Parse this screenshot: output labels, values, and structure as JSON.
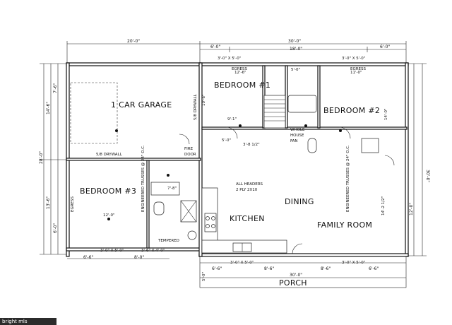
{
  "plan": {
    "rooms": {
      "garage": "1 CAR GARAGE",
      "bedroom1": "BEDROOM #1",
      "bedroom2": "BEDROOM #2",
      "bedroom3": "BEDROOM #3",
      "kitchen": "KITCHEN",
      "dining": "DINING",
      "family_room": "FAMILY ROOM",
      "porch": "PORCH"
    },
    "notes": {
      "headers_line1": "ALL HEADERS",
      "headers_line2": "2 PLY 2X10",
      "whole_house_fan_1": "WHOLE",
      "whole_house_fan_2": "HOUSE",
      "whole_house_fan_3": "FAN",
      "drywall_garage": "5/8 DRYWALL",
      "drywall_vertical": "5/8 DRYWALL",
      "fire_door_1": "FIRE",
      "fire_door_2": "DOOR",
      "truss_left": "ENGINEERED TRUSSES @ 24\" O.C.",
      "truss_right": "ENGINEERED TRUSSES @ 24\" O.C.",
      "tempered": "TEMPERED",
      "egress_b1": "EGRESS",
      "egress_b2": "EGRESS",
      "egress_b3": "EGRESS"
    },
    "dimensions": {
      "top_left": "20'-0\"",
      "top_right": "30'-0\"",
      "top_row2_a": "6'-0\"",
      "top_row2_b": "18'-0\"",
      "top_row2_c": "6'-0\"",
      "window_b1": "3'-0\" X 5'-0\"",
      "window_b2": "3'-0\" X 5'-0\"",
      "b1_width": "12'-6\"",
      "b2_width": "11'-0\"",
      "b1_depth": "10'-6\"",
      "b2_depth": "14'-0\"",
      "stair_w": "5'-0\"",
      "hall_9": "9'-1\"",
      "hall_5": "5'-0\"",
      "hall_3": "3'-8 1/2\"",
      "left_total": "28'-0\"",
      "left_garage": "14'-6\"",
      "left_garage_b": "7'-6\"",
      "left_b3": "13'-6\"",
      "left_b3_b": "6'-0\"",
      "right_total": "30'-0\"",
      "right_fam": "14'-2 1/2\"",
      "right_b": "12'-0\"",
      "b3_width": "12'-0\"",
      "closet": "7'-8\"",
      "bottom_a": "6'-6\"",
      "bottom_b": "8'-0\"",
      "bottom_c": "6'-6\"",
      "bottom_d": "8'-6\"",
      "bottom_e": "8'-6\"",
      "bottom_f": "6'-6\"",
      "win_bot_1": "3'-0\" X 5'-0\"",
      "win_bot_2": "3'-6\" X 4'-0\"",
      "win_bot_3": "3'-0\" X 5'-0\"",
      "win_bot_4": "3'-0\" X 5'-0\"",
      "porch_width": "30'-0\"",
      "porch_depth": "5'-0\""
    },
    "watermark": "bright mls"
  }
}
